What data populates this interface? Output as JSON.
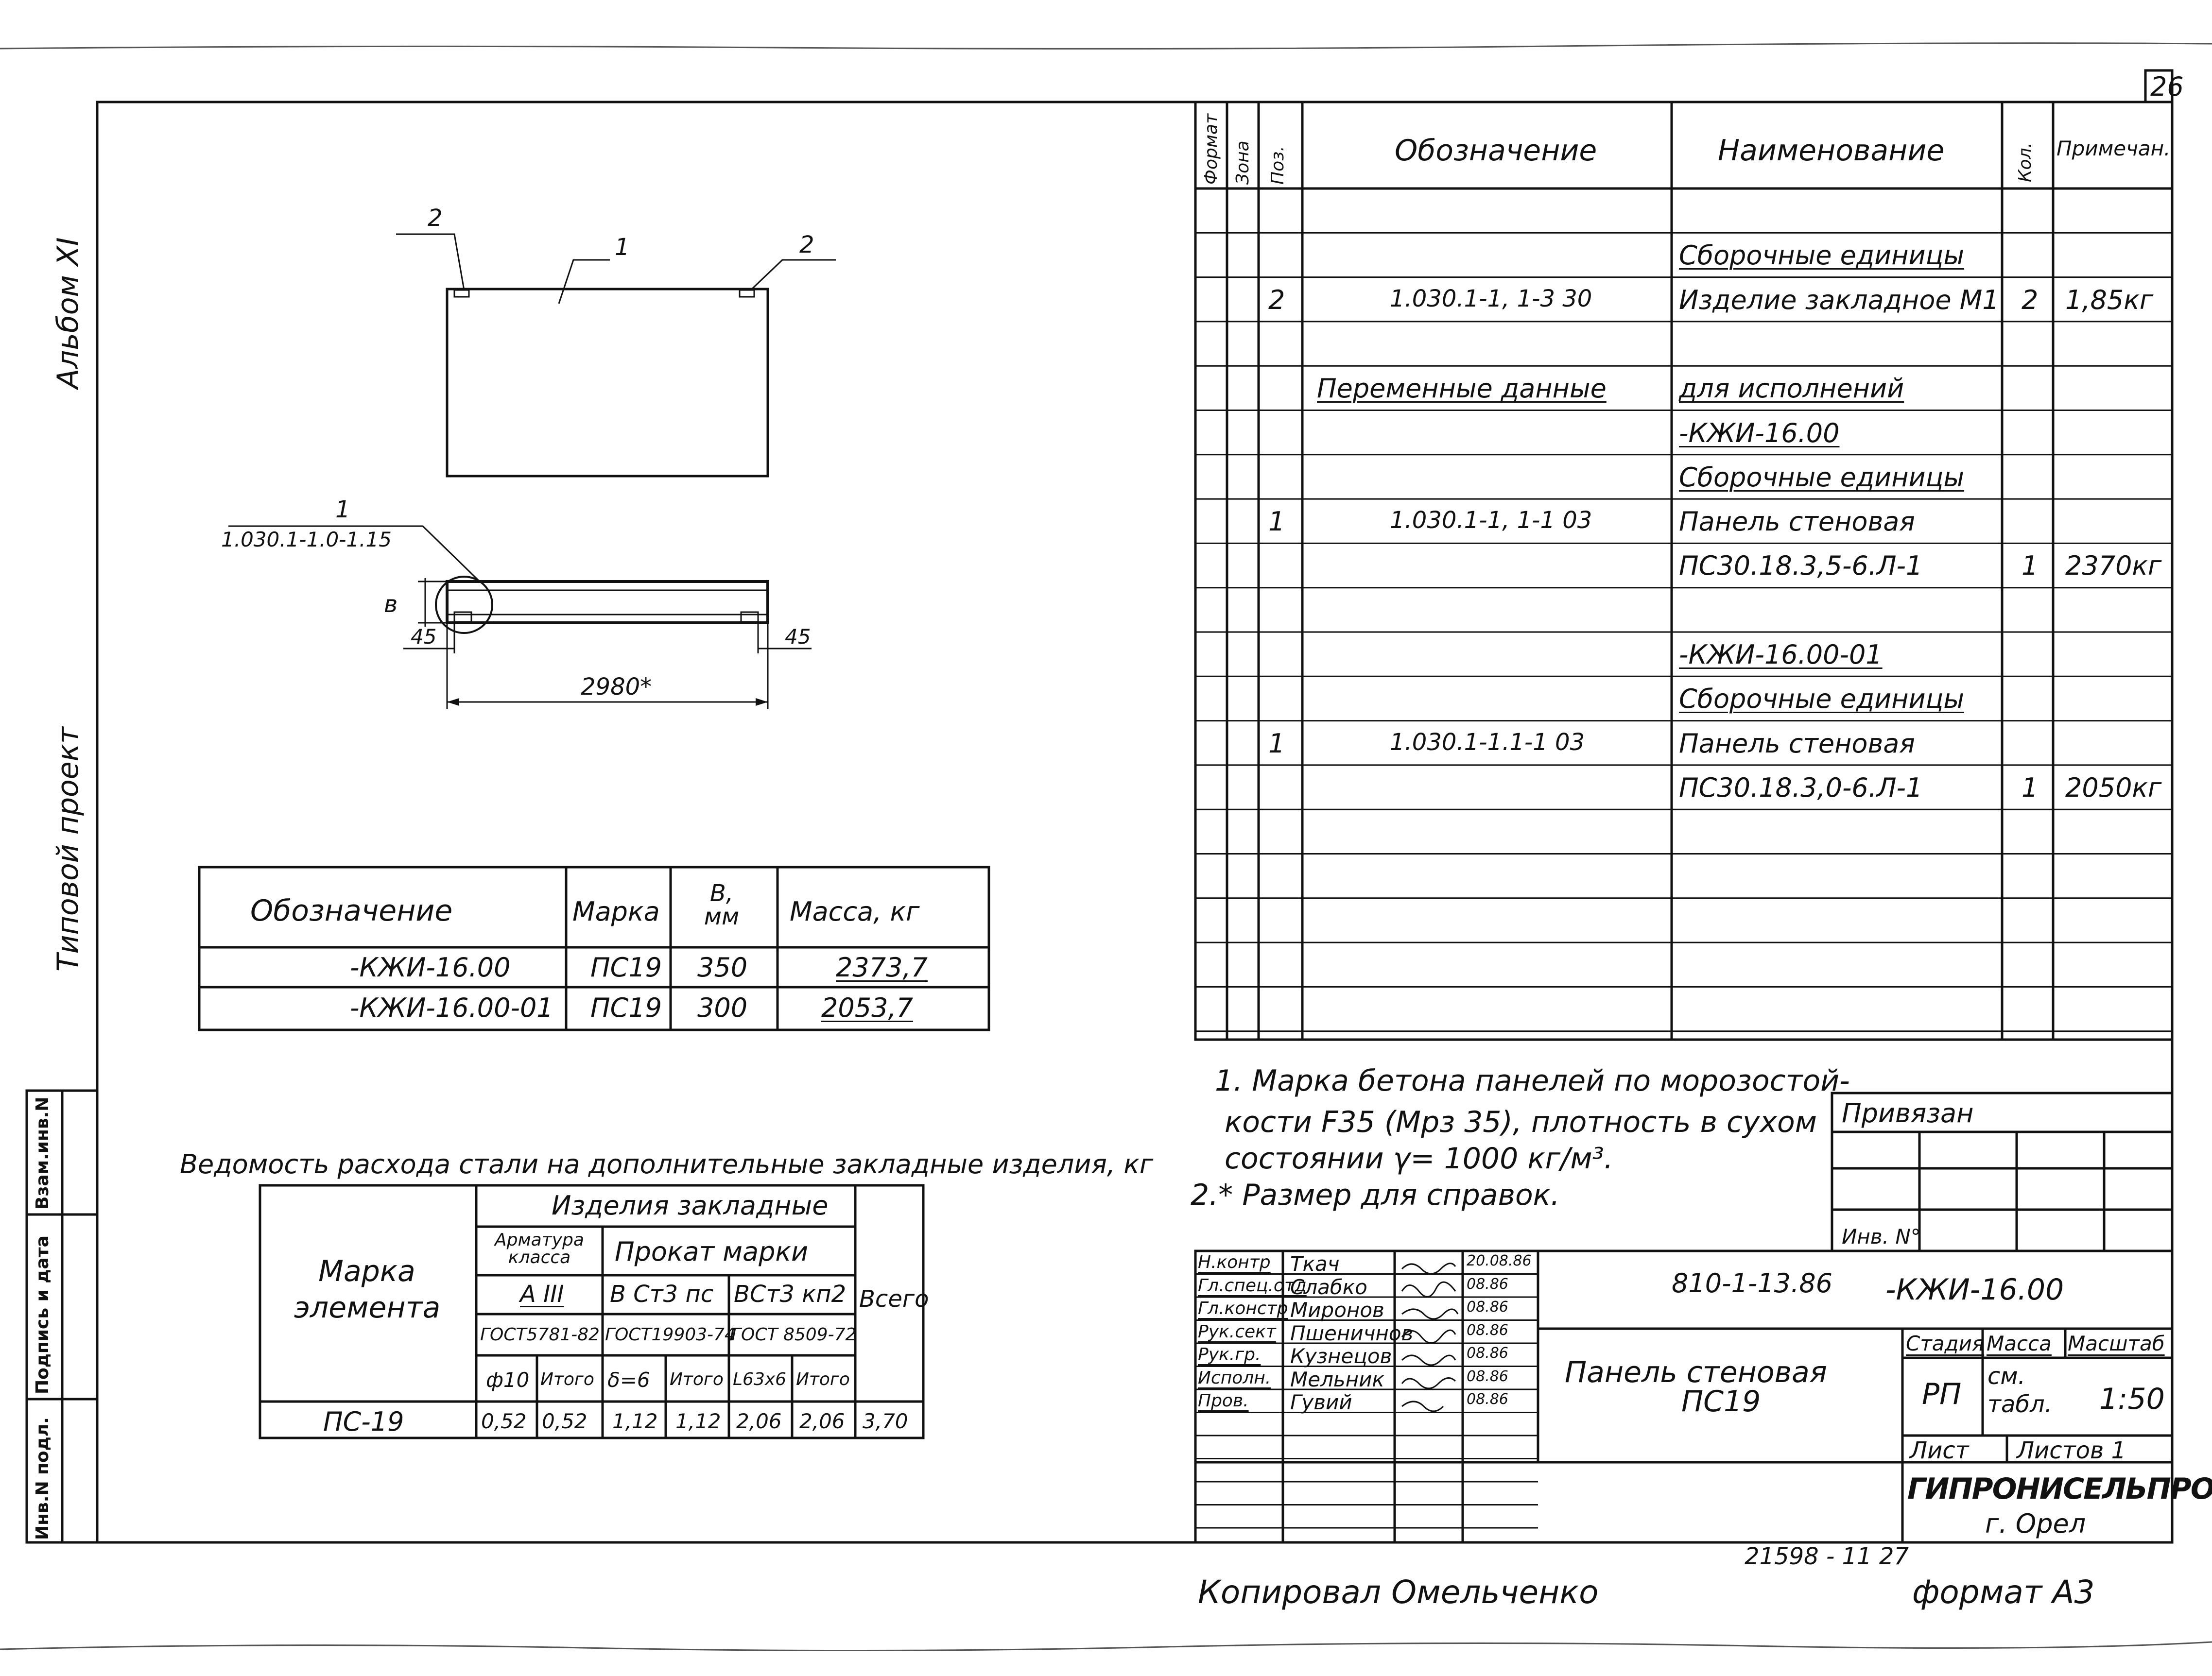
{
  "sheet": {
    "number": "26",
    "album": "Альбом XI",
    "project_type": "Типовой проект",
    "margin_fields": [
      "Инв.N подл.",
      "Подпись и дата",
      "Взам.инв.N"
    ]
  },
  "drawing": {
    "callouts": [
      "2",
      "1",
      "2"
    ],
    "detail_callout_num": "1",
    "detail_callout_ref": "1.030.1-1.0-1.15",
    "dim_thickness": "в",
    "dim_left": "45",
    "dim_right": "45",
    "dim_length": "2980*"
  },
  "spec": {
    "headers": [
      "Формат",
      "Зона",
      "Поз.",
      "Обозначение",
      "Наименование",
      "Кол.",
      "Примечан."
    ],
    "rows": [
      {
        "pos": "",
        "designation": "",
        "name": "Сборочные единицы",
        "qty": "",
        "note": "",
        "name_u": true
      },
      {
        "pos": "2",
        "designation": "1.030.1-1, 1-3   30",
        "name": "Изделие закладное М1",
        "qty": "2",
        "note": "1,85кг"
      },
      {
        "pos": "",
        "designation": "",
        "name": "",
        "qty": "",
        "note": ""
      },
      {
        "pos": "",
        "designation": "Переменные данные",
        "name": "для исполнений",
        "qty": "",
        "note": "",
        "designation_u": true,
        "name_u": true
      },
      {
        "pos": "",
        "designation": "",
        "name": "-КЖИ-16.00",
        "qty": "",
        "note": "",
        "name_u": true
      },
      {
        "pos": "",
        "designation": "",
        "name": "Сборочные единицы",
        "qty": "",
        "note": "",
        "name_u": true
      },
      {
        "pos": "1",
        "designation": "1.030.1-1, 1-1   03",
        "name": "Панель стеновая",
        "qty": "",
        "note": ""
      },
      {
        "pos": "",
        "designation": "",
        "name": "ПС30.18.3,5-6.Л-1",
        "qty": "1",
        "note": "2370кг"
      },
      {
        "pos": "",
        "designation": "",
        "name": "",
        "qty": "",
        "note": ""
      },
      {
        "pos": "",
        "designation": "",
        "name": "-КЖИ-16.00-01",
        "qty": "",
        "note": "",
        "name_u": true
      },
      {
        "pos": "",
        "designation": "",
        "name": "Сборочные единицы",
        "qty": "",
        "note": "",
        "name_u": true
      },
      {
        "pos": "1",
        "designation": "1.030.1-1.1-1   03",
        "name": "Панель стеновая",
        "qty": "",
        "note": ""
      },
      {
        "pos": "",
        "designation": "",
        "name": "ПС30.18.3,0-6.Л-1",
        "qty": "1",
        "note": "2050кг"
      }
    ]
  },
  "mark_table": {
    "headers": [
      "Обозначение",
      "Марка",
      "В, мм",
      "Масса, кг"
    ],
    "rows": [
      [
        "-КЖИ-16.00",
        "ПС19",
        "350",
        "2373,7"
      ],
      [
        "-КЖИ-16.00-01",
        "ПС19",
        "300",
        "2053,7"
      ]
    ]
  },
  "steel": {
    "title": "Ведомость расхода стали на дополнительные закладные изделия, кг",
    "h_mark": "Марка элемента",
    "h_group": "Изделия закладные",
    "h_rebar": "Арматура класса",
    "h_rolled": "Прокат марки",
    "h_total": "Всего",
    "h_a3": "А III",
    "h_st3ps": "В Ст3 пс",
    "h_st3kp2": "ВСт3 кп2",
    "h_gost1": "ГОСТ5781-82",
    "h_gost2": "ГОСТ19903-74",
    "h_gost3": "ГОСТ 8509-72",
    "h_phi10": "ф10",
    "h_itogo1": "Итого",
    "h_delta6": "δ=6",
    "h_itogo2": "Итого",
    "h_angle": "L63x6",
    "h_itogo3": "Итого",
    "row": [
      "ПС-19",
      "0,52",
      "0,52",
      "1,12",
      "1,12",
      "2,06",
      "2,06",
      "3,70"
    ]
  },
  "notes": [
    "1. Марка бетона панелей по морозостой-",
    "кости F35 (Мрз 35), плотность в сухом",
    "состоянии γ= 1000 кг/м³.",
    "2.* Размер для справок."
  ],
  "title_block": {
    "linked": "Привязан",
    "inv_no": "Инв. N°",
    "doc_code": "810-1-13.86",
    "doc_mark": "-КЖИ-16.00",
    "title_line1": "Панель стеновая",
    "title_line2": "ПС19",
    "stage_label": "Стадия",
    "mass_label": "Масса",
    "scale_label": "Масштаб",
    "stage": "РП",
    "mass": "см. табл.",
    "scale": "1:50",
    "sheet_label": "Лист",
    "sheets_label": "Листов 1",
    "org": "ГИПРОНИСЕЛЬПРОМ",
    "city": "г. Орел",
    "signers": [
      {
        "role": "Н.контр",
        "name": "Ткач",
        "date": "20.08.86"
      },
      {
        "role": "Гл.спец.отд",
        "name": "Слабко",
        "date": "08.86"
      },
      {
        "role": "Гл.констр",
        "name": "Миронов",
        "date": "08.86"
      },
      {
        "role": "Рук.сект",
        "name": "Пшеничнов",
        "date": "08.86"
      },
      {
        "role": "Рук.гр.",
        "name": "Кузнецов",
        "date": "08.86"
      },
      {
        "role": "Исполн.",
        "name": "Мельник",
        "date": "08.86"
      },
      {
        "role": "Пров.",
        "name": "Гувий",
        "date": "08.86"
      }
    ]
  },
  "footer": {
    "order_no": "21598 - 11   27",
    "copied": "Копировал  Омельченко",
    "format": "формат А3"
  }
}
